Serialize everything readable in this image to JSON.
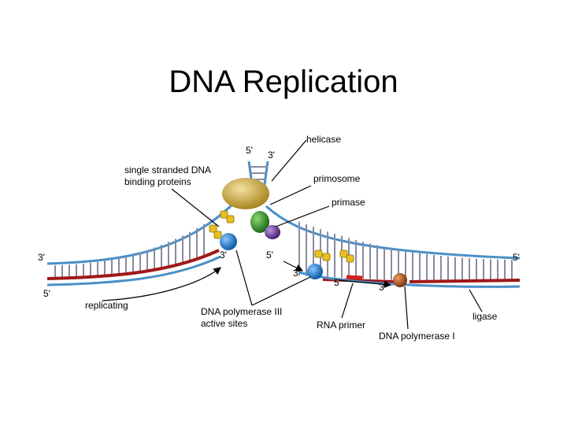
{
  "title": "DNA Replication",
  "labels": {
    "helicase": "helicase",
    "five_prime_top": "5'",
    "three_prime_top": "3'",
    "ssb_line1": "single stranded DNA",
    "ssb_line2": "binding proteins",
    "primosome": "primosome",
    "primase": "primase",
    "three_prime_left": "3'",
    "three_prime_center_left": "3'",
    "five_prime_center": "5'",
    "five_prime_right": "5'",
    "three_prime_center": "3'",
    "five_prime_lower_center": "5'",
    "three_prime_lower_right": "3'",
    "five_prime_left": "5'",
    "replicating": "replicating",
    "pol3_line1": "DNA polymerase III",
    "pol3_line2": "active sites",
    "rna_primer": "RNA primer",
    "ligase": "ligase",
    "pol1": "DNA polymerase I"
  },
  "colors": {
    "backbone": "#4a90c8",
    "rung": "#8a8aa0",
    "new_strand": "#a01818",
    "rna_primer": "#d02020",
    "helicase": "#c8a84a",
    "polymerase": "#1f7fd8",
    "primase_green": "#3a9a30",
    "primase_purple": "#7a4aa0",
    "ssb": "#e8c020",
    "ligase": "#c06020"
  }
}
